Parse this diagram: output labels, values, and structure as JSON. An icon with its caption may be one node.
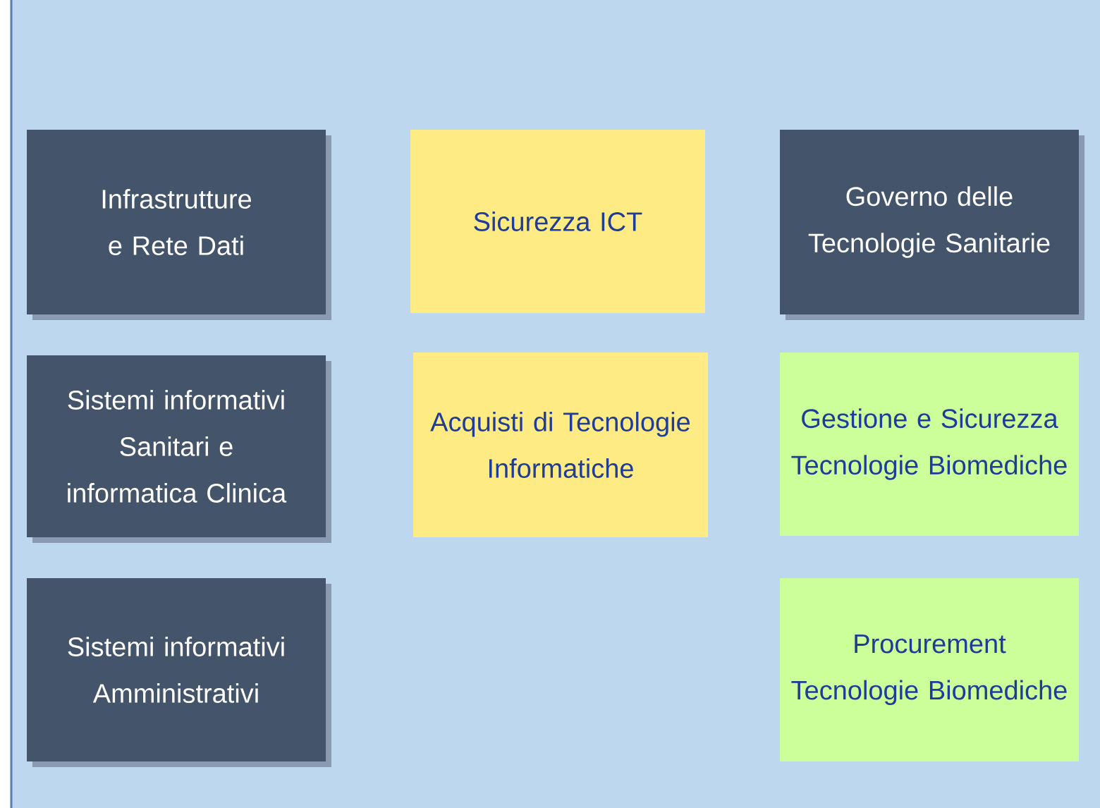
{
  "diagram": {
    "nodes": [
      {
        "text": [
          "Infrastrutture e Rete Dati"
        ]
      },
      {
        "text": [
          "Sicurezza ICT"
        ]
      },
      {
        "text": [
          "Governo delle Tecnologie Sanitarie"
        ]
      },
      {
        "text": [
          "Sistemi informativi Sanitari e informatica Clinica"
        ]
      },
      {
        "text": [
          "Acquisti di Tecnologie Informatiche"
        ]
      },
      {
        "text": [
          "Gestione e Sicurezza Tecnologie Biomediche"
        ]
      },
      {
        "text": [
          "Sistemi informativi Amministrativi"
        ]
      },
      {
        "text": [
          "Procurement Tecnologie Biomediche"
        ]
      }
    ]
  }
}
